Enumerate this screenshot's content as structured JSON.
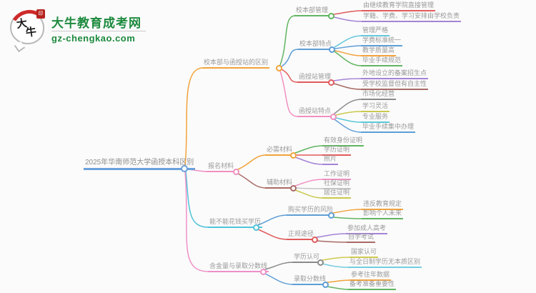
{
  "logo": {
    "site_name": "大牛教育成考网",
    "site_url": "gz-chengkao.com",
    "bubble_char_1": "大",
    "bubble_char_2": "牛",
    "seal_mark": "印",
    "brand_green": "#1d8a3e",
    "brand_red": "#cf2a2a"
  },
  "mindmap": {
    "root": {
      "label": "2025年华南师范大学函授本科区别",
      "color": "#6aa0dc"
    },
    "branches": [
      {
        "label": "校本部与函授站的区别",
        "color": "#f2a33c",
        "children": [
          {
            "label": "校本部管理",
            "color": "#62b562",
            "leaves": [
              {
                "label": "由继续教育学院直接管理",
                "color": "#e15b5b"
              },
              {
                "label": "学籍、学费、学习安排由学校负责",
                "color": "#a583d6"
              }
            ]
          },
          {
            "label": "校本部特点",
            "color": "#5e9ed6",
            "leaves": [
              {
                "label": "管理严格",
                "color": "#66c8dc"
              },
              {
                "label": "学费标准统一",
                "color": "#5e9ed6"
              },
              {
                "label": "教学质量高",
                "color": "#f2a33c"
              },
              {
                "label": "毕业手续规范",
                "color": "#62b562"
              }
            ]
          },
          {
            "label": "函授站管理",
            "color": "#e15b5b",
            "leaves": [
              {
                "label": "外地设立的备案招生点",
                "color": "#a583d6"
              },
              {
                "label": "受学校监督但有自主性",
                "color": "#a96a66"
              }
            ]
          },
          {
            "label": "函授站特点",
            "color": "#f090c0",
            "leaves": [
              {
                "label": "市场化经营",
                "color": "#8a8a8a"
              },
              {
                "label": "学习灵活",
                "color": "#c9c94f"
              },
              {
                "label": "专业服务",
                "color": "#5bc8d8"
              },
              {
                "label": "毕业手续集中办理",
                "color": "#5e9ed6"
              }
            ]
          }
        ]
      },
      {
        "label": "报名材料",
        "color": "#f090c0",
        "children": [
          {
            "label": "必需材料",
            "color": "#f2a33c",
            "leaves": [
              {
                "label": "有效身份证明",
                "color": "#62b562"
              },
              {
                "label": "学历证明",
                "color": "#e15b5b"
              },
              {
                "label": "照片",
                "color": "#a583d6"
              }
            ]
          },
          {
            "label": "辅助材料",
            "color": "#a96a66",
            "leaves": [
              {
                "label": "工作证明",
                "color": "#f090c0"
              },
              {
                "label": "社保证明",
                "color": "#c6c6c6"
              },
              {
                "label": "居住证明",
                "color": "#c9c94f"
              }
            ]
          }
        ]
      },
      {
        "label": "能不能花钱买学历",
        "color": "#4fc3d8",
        "children": [
          {
            "label": "购买学历的风险",
            "color": "#5e9ed6",
            "leaves": [
              {
                "label": "违反教育规定",
                "color": "#f2a33c"
              },
              {
                "label": "影响个人未来",
                "color": "#62b562"
              }
            ]
          },
          {
            "label": "正规途径",
            "color": "#e15b5b",
            "leaves": [
              {
                "label": "参加成人高考",
                "color": "#a583d6"
              },
              {
                "label": "自学考试",
                "color": "#a96a66"
              }
            ]
          }
        ]
      },
      {
        "label": "含金量与录取分数线",
        "color": "#f090c8",
        "children": [
          {
            "label": "学历认可",
            "color": "#8a8a8a",
            "leaves": [
              {
                "label": "国家认可",
                "color": "#cfc94f"
              },
              {
                "label": "与全日制学历无本质区别",
                "color": "#74cde0"
              }
            ]
          },
          {
            "label": "录取分数线",
            "color": "#5e9ed6",
            "leaves": [
              {
                "label": "参考往年数据",
                "color": "#f2a33c"
              },
              {
                "label": "备考准备重要性",
                "color": "#62b562"
              }
            ]
          }
        ]
      }
    ]
  }
}
